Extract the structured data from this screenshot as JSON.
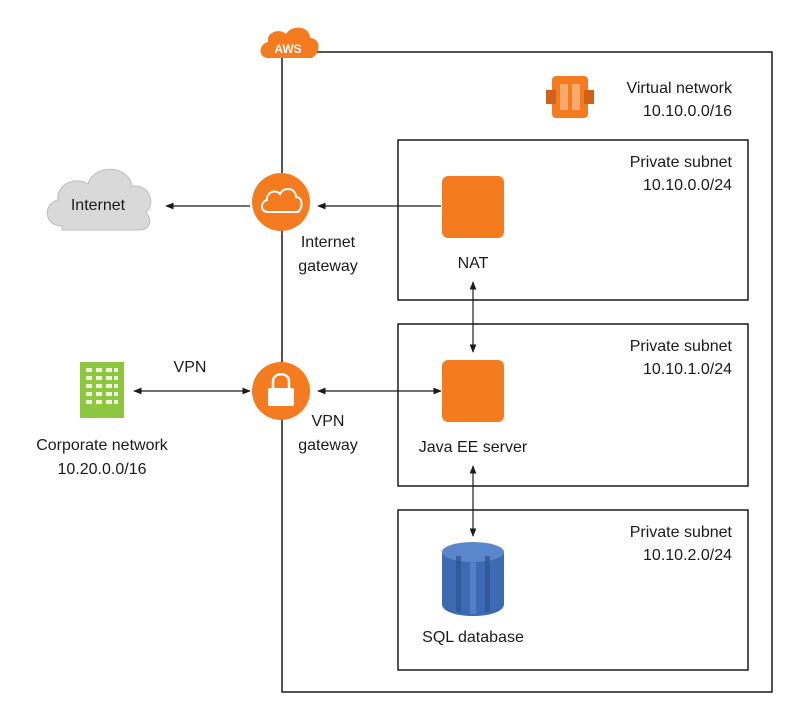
{
  "badge": {
    "label": "AWS"
  },
  "vpc": {
    "title": "Virtual network",
    "cidr": "10.10.0.0/16"
  },
  "internet": {
    "label": "Internet"
  },
  "internet_gateway": {
    "line1": "Internet",
    "line2": "gateway"
  },
  "vpn": {
    "label": "VPN"
  },
  "vpn_gateway": {
    "line1": "VPN",
    "line2": "gateway"
  },
  "corporate": {
    "line1": "Corporate network",
    "line2": "10.20.0.0/16"
  },
  "subnets": [
    {
      "title": "Private subnet",
      "cidr": "10.10.0.0/24",
      "node": "NAT"
    },
    {
      "title": "Private subnet",
      "cidr": "10.10.1.0/24",
      "node": "Java EE server"
    },
    {
      "title": "Private subnet",
      "cidr": "10.10.2.0/24",
      "node": "SQL database"
    }
  ],
  "colors": {
    "aws_orange": "#f47b20",
    "database_blue": "#3d6ab3",
    "corporate_green": "#8dc63f",
    "cloud_gray": "#d9d9d9",
    "line": "#1a1a1a"
  }
}
